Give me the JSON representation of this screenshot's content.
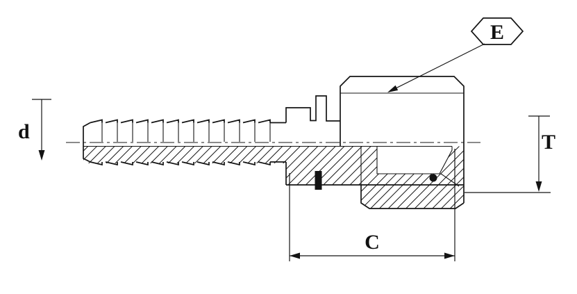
{
  "drawing": {
    "title": "hose-fitting-technical-drawing",
    "background": "#ffffff",
    "line_color": "#141414",
    "labels": {
      "hex_size": "E",
      "inner_diameter": "d",
      "thread": "T",
      "cutoff_length": "C"
    }
  }
}
